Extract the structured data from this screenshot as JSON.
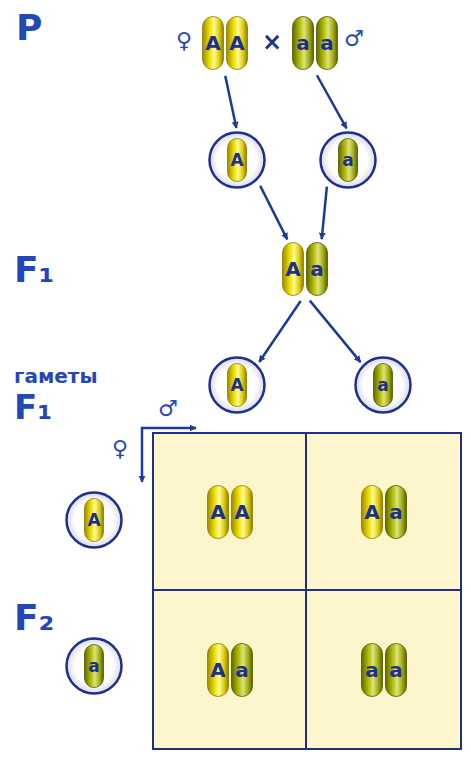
{
  "diagram": {
    "nodes": [
      {
        "text": [
          "A"
        ]
      },
      {
        "text": [
          "A"
        ]
      },
      {
        "text": [
          "a"
        ]
      },
      {
        "text": [
          "a"
        ]
      },
      {},
      {
        "text": [
          "A"
        ],
        "in": 4
      },
      {},
      {
        "text": [
          "a"
        ],
        "in": 6
      },
      {
        "text": [
          "A"
        ]
      },
      {
        "text": [
          "a"
        ]
      },
      {},
      {
        "text": [
          "A"
        ],
        "in": 10
      },
      {},
      {
        "text": [
          "a"
        ],
        "in": 12
      },
      {},
      {
        "text": [
          "A"
        ],
        "in": 14
      },
      {},
      {
        "text": [
          "A"
        ],
        "in": 16
      },
      {
        "text": [
          "A"
        ],
        "in": 16
      },
      {},
      {
        "text": [
          "A"
        ],
        "in": 19
      },
      {
        "text": [
          "a"
        ],
        "in": 19
      },
      {},
      {
        "text": [
          "a"
        ],
        "in": 22
      },
      {},
      {
        "text": [
          "A"
        ],
        "in": 24
      },
      {
        "text": [
          "a"
        ],
        "in": 24
      },
      {},
      {
        "text": [
          "a"
        ],
        "in": 27
      },
      {
        "text": [
          "a"
        ],
        "in": 27
      }
    ],
    "edges": [
      {
        "from": 0,
        "to": 4,
        "arrow": "to"
      },
      {
        "from": 2,
        "to": 6,
        "arrow": "to"
      },
      {
        "from": 4,
        "to": 8,
        "arrow": "to"
      },
      {
        "from": 6,
        "to": 9,
        "arrow": "to"
      },
      {
        "from": 8,
        "to": 10,
        "arrow": "to"
      },
      {
        "from": 9,
        "to": 12,
        "arrow": "to"
      }
    ],
    "labels": [
      "P",
      "♀",
      "×",
      "♂",
      "F₁",
      "гаметы",
      "F₁",
      "♂",
      "♀",
      "F₂"
    ]
  }
}
